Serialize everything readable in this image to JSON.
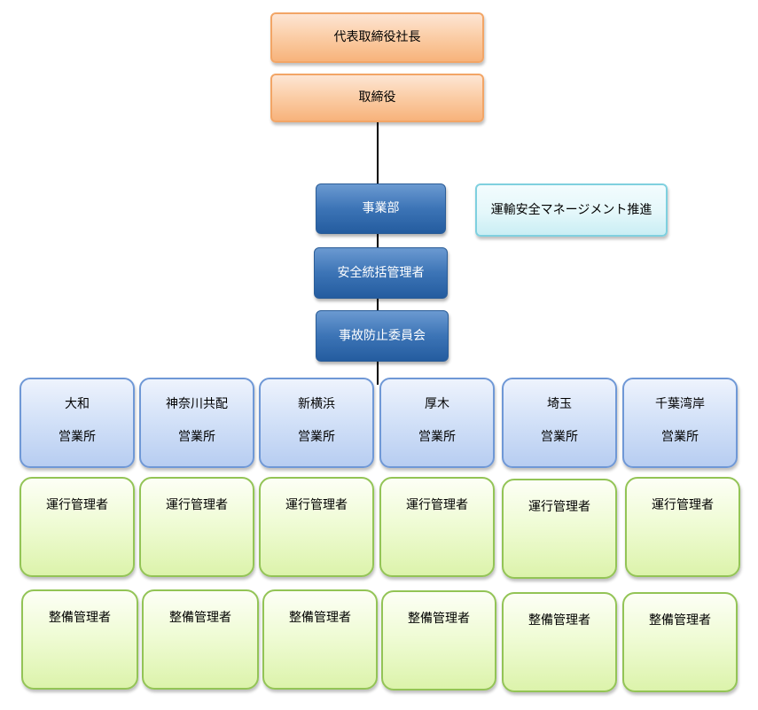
{
  "top": {
    "president": "代表取締役社長",
    "directors": "取締役"
  },
  "center": {
    "division": "事業部",
    "safety_manager": "安全統括管理者",
    "accident_committee": "事故防止委員会"
  },
  "side": {
    "safety_promotion": "運輸安全マネージメント推進"
  },
  "offices": [
    {
      "name": "大和",
      "sub": "営業所"
    },
    {
      "name": "神奈川共配",
      "sub": "営業所"
    },
    {
      "name": "新横浜",
      "sub": "営業所"
    },
    {
      "name": "厚木",
      "sub": "営業所"
    },
    {
      "name": "埼玉",
      "sub": "営業所"
    },
    {
      "name": "千葉湾岸",
      "sub": "営業所"
    }
  ],
  "operation_managers": [
    "運行管理者",
    "運行管理者",
    "運行管理者",
    "運行管理者",
    "運行管理者",
    "運行管理者"
  ],
  "maintenance_managers": [
    "整備管理者",
    "整備管理者",
    "整備管理者",
    "整備管理者",
    "整備管理者",
    "整備管理者"
  ]
}
